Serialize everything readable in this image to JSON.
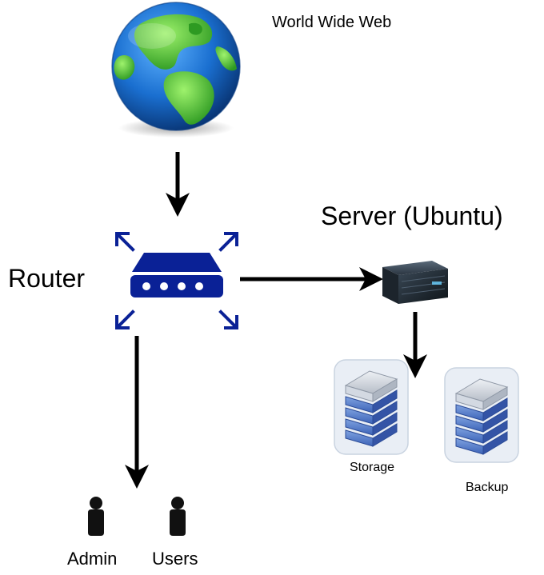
{
  "nodes": {
    "www": {
      "label": "World Wide Web",
      "icon": "globe-icon"
    },
    "router": {
      "label": "Router",
      "icon": "router-icon",
      "color": "#0a2196"
    },
    "server": {
      "label": "Server (Ubuntu)",
      "icon": "server-icon"
    },
    "storage": {
      "label": "Storage",
      "icon": "storage-rack-icon"
    },
    "backup": {
      "label": "Backup",
      "icon": "storage-rack-icon"
    },
    "admin": {
      "label": "Admin",
      "icon": "user-icon"
    },
    "users": {
      "label": "Users",
      "icon": "user-icon"
    }
  },
  "edges": [
    {
      "from": "www",
      "to": "router"
    },
    {
      "from": "router",
      "to": "server"
    },
    {
      "from": "server",
      "to": "storage"
    },
    {
      "from": "router",
      "to": "admin"
    }
  ],
  "colors": {
    "globe_ocean": "#1a6fd0",
    "globe_land": "#4cc23a",
    "router": "#0a2196",
    "arrow": "#000000"
  }
}
